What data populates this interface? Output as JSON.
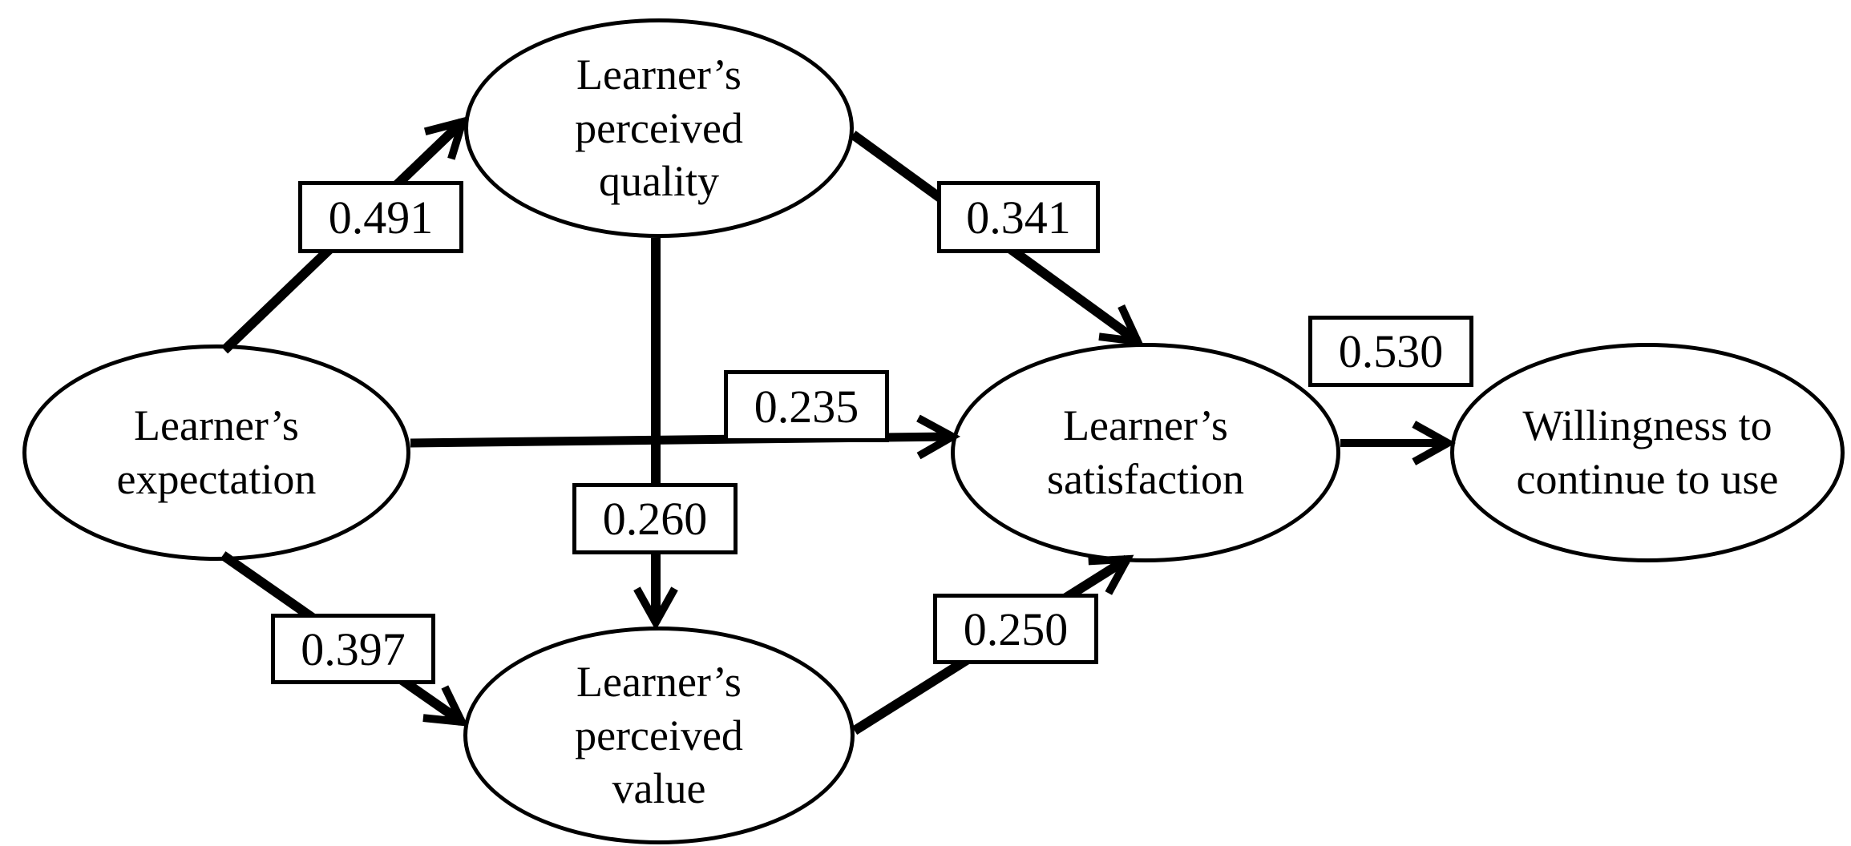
{
  "diagram": {
    "nodes": [
      {
        "id": "expectation",
        "label": "Learner’s\nexpectation"
      },
      {
        "id": "perceived-quality",
        "label": "Learner’s\nperceived\nquality"
      },
      {
        "id": "perceived-value",
        "label": "Learner’s\nperceived\nvalue"
      },
      {
        "id": "satisfaction",
        "label": "Learner’s\nsatisfaction"
      },
      {
        "id": "willingness",
        "label": "Willingness to\ncontinue to use"
      }
    ],
    "edges": [
      {
        "from": "expectation",
        "to": "perceived-quality",
        "value": "0.491"
      },
      {
        "from": "expectation",
        "to": "satisfaction",
        "value": "0.235"
      },
      {
        "from": "expectation",
        "to": "perceived-value",
        "value": "0.397"
      },
      {
        "from": "perceived-quality",
        "to": "perceived-value",
        "value": "0.260"
      },
      {
        "from": "perceived-quality",
        "to": "satisfaction",
        "value": "0.341"
      },
      {
        "from": "perceived-value",
        "to": "satisfaction",
        "value": "0.250"
      },
      {
        "from": "satisfaction",
        "to": "willingness",
        "value": "0.530"
      }
    ],
    "colors": {
      "stroke": "#000000",
      "shape_fill": "#ffffff"
    }
  }
}
